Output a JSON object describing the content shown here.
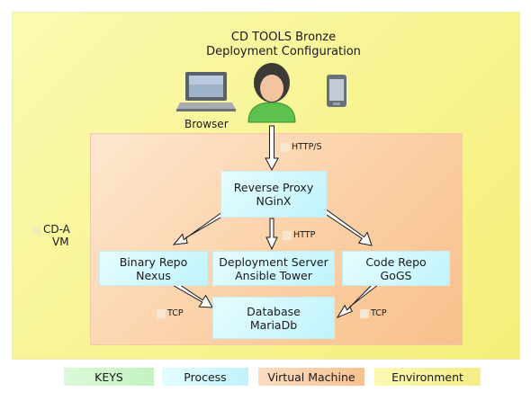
{
  "diagram": {
    "title_line1": "CD TOOLS Bronze",
    "title_line2": "Deployment Configuration",
    "browser_label": "Browser",
    "http_s_label": "HTTP/S",
    "http_label": "HTTP",
    "tcp_left_label": "TCP",
    "tcp_right_label": "TCP",
    "vm_label_line1": "CD-A",
    "vm_label_line2": "VM",
    "nodes": {
      "reverse_proxy": {
        "line1": "Reverse Proxy",
        "line2": "NGinX"
      },
      "binary_repo": {
        "line1": "Binary Repo",
        "line2": "Nexus"
      },
      "deployment_server": {
        "line1": "Deployment Server",
        "line2": "Ansible Tower"
      },
      "code_repo": {
        "line1": "Code Repo",
        "line2": "GoGS"
      },
      "database": {
        "line1": "Database",
        "line2": "MariaDb"
      }
    }
  },
  "legend": {
    "keys": "KEYS",
    "process": "Process",
    "virtual_machine": "Virtual Machine",
    "environment": "Environment"
  },
  "colors": {
    "keys": "#c9f5c5",
    "process": "#c8f4fb",
    "virtual_machine": "#f8c69a",
    "environment": "#f6f19a"
  }
}
